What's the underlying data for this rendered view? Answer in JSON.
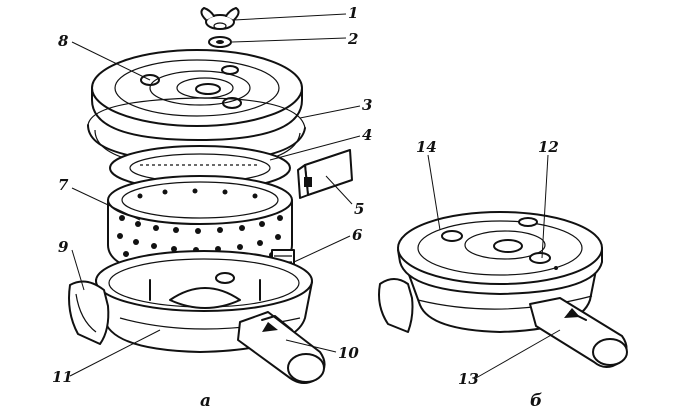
{
  "figure": {
    "callouts": [
      "1",
      "2",
      "3",
      "4",
      "5",
      "6",
      "7",
      "8",
      "9",
      "10",
      "11",
      "12",
      "13",
      "14"
    ],
    "captions": {
      "left": "а",
      "right": "б"
    }
  }
}
